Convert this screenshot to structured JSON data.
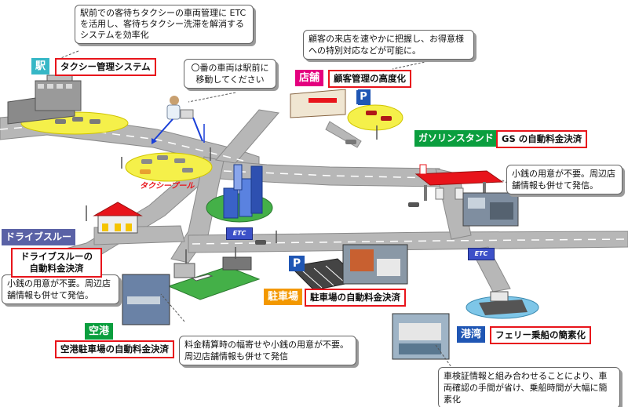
{
  "callouts": {
    "station_note": "駅前での客待ちタクシーの車両管理に ETC を活用し、客待ちタクシー洗滞を解消するシステムを効率化",
    "dispatch_note": "〇番の車両は駅前に移動してください",
    "store_note": "顧客の来店を速やかに把握し、お得意様への特別対応などが可能に。",
    "gas_note": "小銭の用意が不要。周辺店舗情報も併せて発信。",
    "drive_note": "小銭の用意が不要。周辺店舗情報も併せて発信。",
    "airport_note": "料金精算時の幅寄せや小銭の用意が不要。周辺店舗情報も併せて発信",
    "port_note": "車検証情報と組み合わせることにより、車両確認の手間が省け、乗船時間が大幅に簡素化"
  },
  "tags": {
    "station": "駅",
    "store": "店舗",
    "gas": "ガソリンスタンド",
    "drive": "ドライブスルー",
    "airport": "空港",
    "parking": "駐車場",
    "port": "港湾"
  },
  "titles": {
    "station": "タクシー管理システム",
    "store": "顧客管理の高度化",
    "gas": "GS の自動料金決済",
    "drive": "ドライブスルーの自動料金決済",
    "airport": "空港駐車場の自動料金決済",
    "parking": "駐車場の自動料金決済",
    "port": "フェリー乗船の簡素化"
  },
  "labels": {
    "taxi_pool": "タクシープール",
    "etc": "ETC",
    "parking_p": "P"
  },
  "colors": {
    "station_tag": "#36b7c6",
    "store_tag": "#e4007f",
    "gas_tag": "#0a9e3e",
    "drive_tag": "#5a62a6",
    "airport_tag": "#0a9e3e",
    "parking_tag": "#f39800",
    "port_tag": "#1f56b4",
    "title_border": "#e8141b",
    "road": "#b7b7b7",
    "pad": "#f5f04a"
  }
}
